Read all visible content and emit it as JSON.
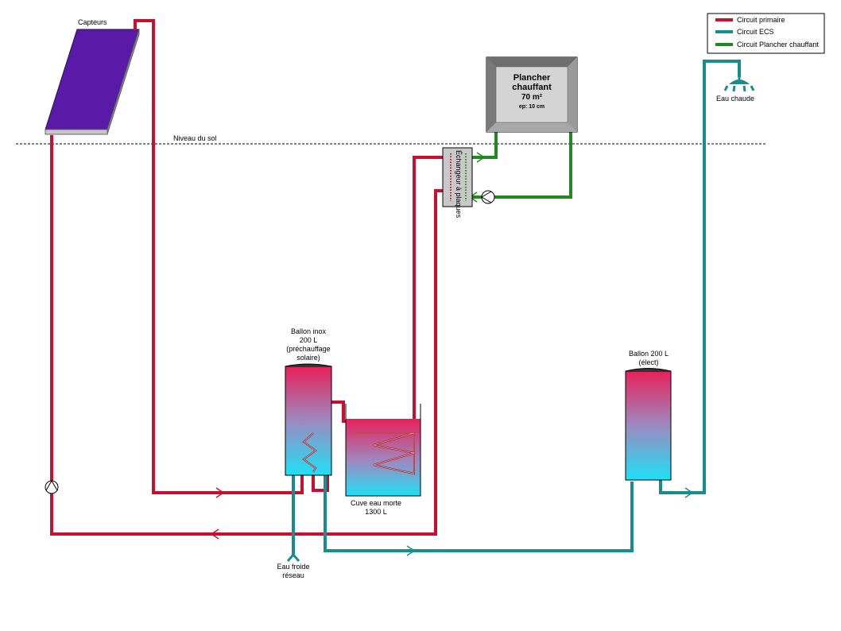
{
  "legend": {
    "items": [
      {
        "label": "Circuit primaire",
        "color": "#c8102e"
      },
      {
        "label": "Circuit ECS",
        "color": "#178d8d"
      },
      {
        "label": "Circuit Plancher chauffant",
        "color": "#1f8a1f"
      }
    ]
  },
  "labels": {
    "collectors": "Capteurs",
    "ground_level": "Niveau du sol",
    "floor_title_1": "Plancher",
    "floor_title_2": "chauffant",
    "floor_area": "70 m²",
    "floor_thickness": "ep: 10 cm",
    "heat_exchanger": "Échangeur à plaques",
    "tank_inox_1": "Ballon inox",
    "tank_inox_2": "200 L",
    "tank_inox_3": "(préchauffage",
    "tank_inox_4": "solaire)",
    "dead_water_1": "Cuve eau morte",
    "dead_water_2": "1300 L",
    "elec_tank_1": "Ballon 200 L",
    "elec_tank_2": "(élect)",
    "hot_water": "Eau chaude",
    "cold_water_1": "Eau froide",
    "cold_water_2": "réseau"
  },
  "icons": {
    "pump": "circulator-pump-icon",
    "shower": "shower-head-icon",
    "arrow": "flow-arrow-icon"
  },
  "colors": {
    "primary": "#c8102e",
    "ecs": "#178d8d",
    "floor": "#1f8a1f",
    "collector": "#5a1aa8",
    "tank_top": "#e8205a",
    "tank_bottom": "#1fe0f5"
  }
}
